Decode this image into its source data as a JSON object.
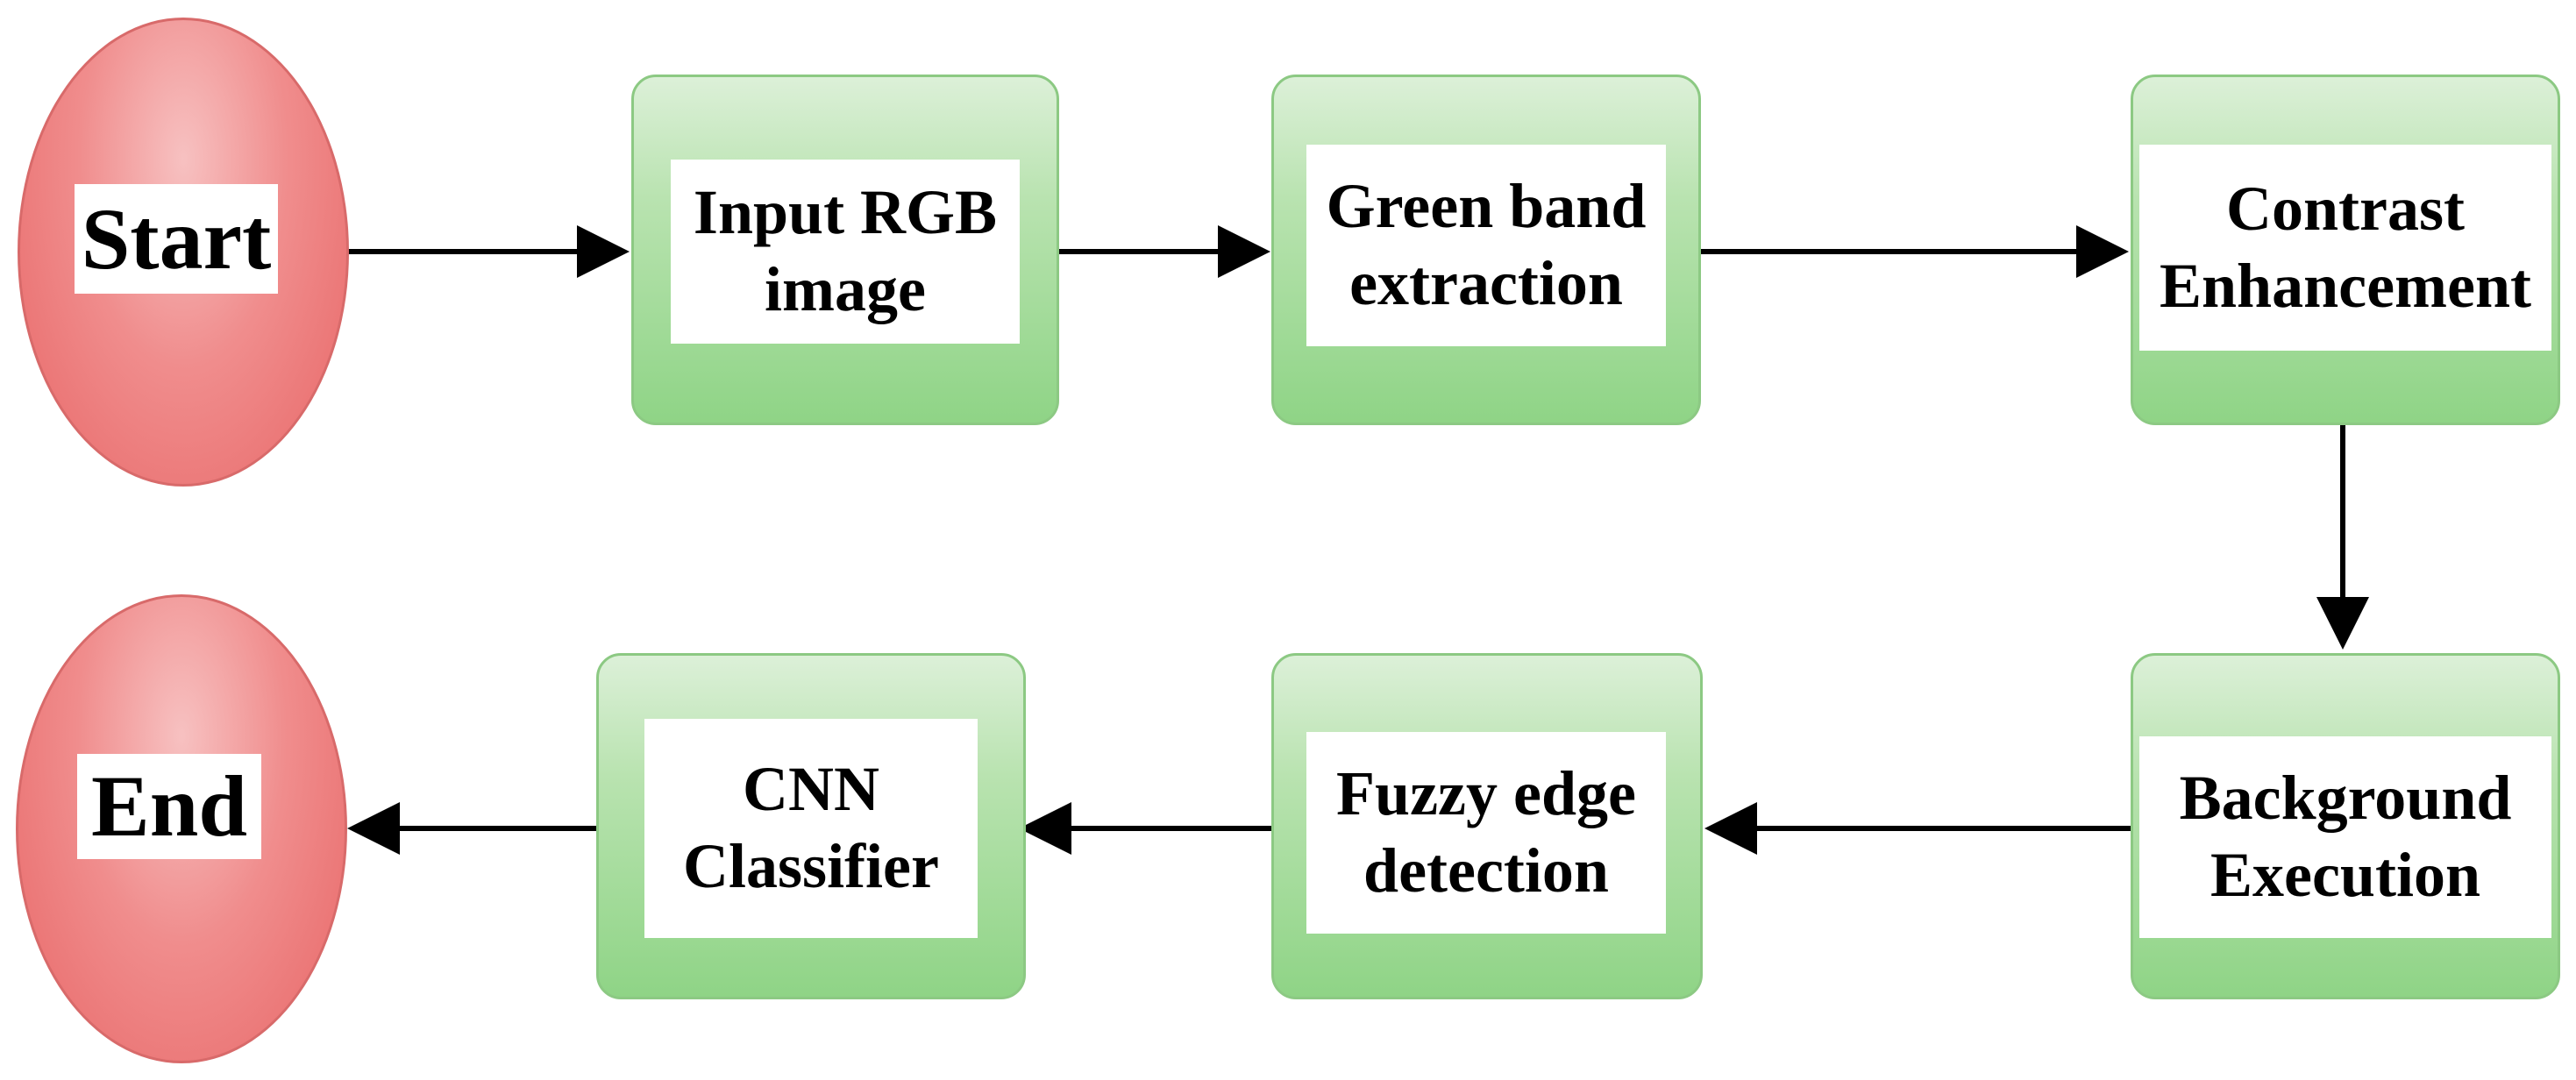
{
  "start_label": "Start",
  "end_label": "End",
  "steps": {
    "input_rgb": [
      "Input RGB",
      "image"
    ],
    "green_band": [
      "Green band",
      "extraction"
    ],
    "contrast": [
      "Contrast",
      "Enhancement"
    ],
    "background": [
      "Background",
      "Execution"
    ],
    "fuzzy_edge": [
      "Fuzzy edge",
      "detection"
    ],
    "cnn": [
      "CNN",
      "Classifier"
    ]
  }
}
